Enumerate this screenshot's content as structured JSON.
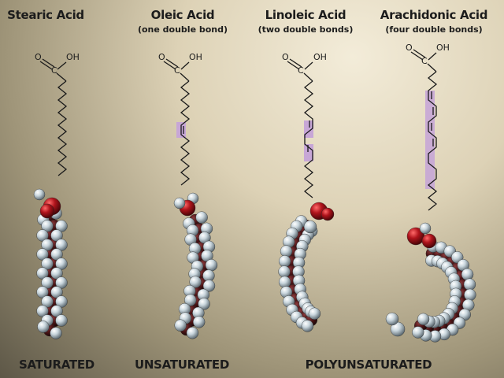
{
  "molecules": [
    {
      "name": "Stearic Acid",
      "subtitle": "",
      "double_bonds": 0
    },
    {
      "name": "Oleic Acid",
      "subtitle": "(one double bond)",
      "double_bonds": 1
    },
    {
      "name": "Linoleic Acid",
      "subtitle": "(two double bonds)",
      "double_bonds": 2
    },
    {
      "name": "Arachidonic Acid",
      "subtitle": "(four double bonds)",
      "double_bonds": 4
    }
  ],
  "atom_labels": {
    "oxygen": "O",
    "carbon": "C",
    "hydroxyl": "OH"
  },
  "categories": {
    "saturated": "SATURATED",
    "unsaturated": "UNSATURATED",
    "polyunsaturated": "POLYUNSATURATED"
  },
  "colors": {
    "double_bond_highlight": "#c7a6d6",
    "oxygen_atom": "#a3141c",
    "carbon_atom": "#5a1a1c",
    "hydrogen_atom": "#dfe7ec"
  }
}
